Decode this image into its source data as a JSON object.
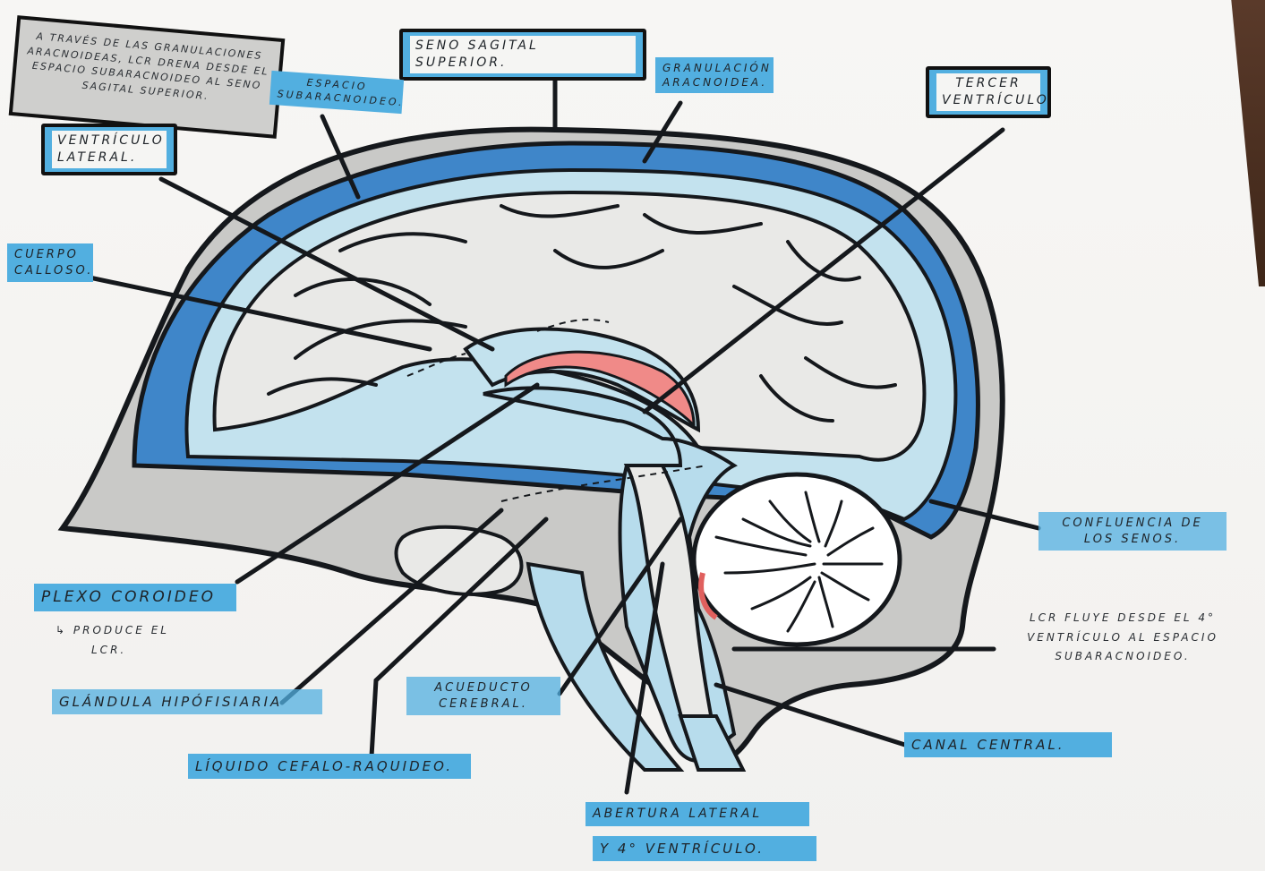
{
  "labels": {
    "arachnoid_note": "A través de las granulaciones aracnoideas, LCR drena desde el espacio subaracnoideo al seno sagital superior.",
    "seno_sagital": "Seno sagital superior.",
    "granulacion": [
      "Granulación",
      "aracnoidea."
    ],
    "tercer_ventriculo": [
      "Tercer",
      "ventrículo"
    ],
    "espacio_sub": [
      "Espacio",
      "subaracnoideo."
    ],
    "ventriculo_lateral": [
      "Ventrículo",
      "lateral."
    ],
    "cuerpo_calloso": [
      "Cuerpo",
      "calloso."
    ],
    "plexo_coroideo": "Plexo coroideo",
    "plexo_note": [
      "Produce el",
      "LCR."
    ],
    "glandula": "Glándula hipófisiaria",
    "liquido": "Líquido cefalo-raquideo.",
    "acueducto": [
      "Acueducto",
      "cerebral."
    ],
    "abertura": [
      "Abertura lateral",
      "y 4° ventrículo."
    ],
    "canal_central": "Canal central.",
    "confluencia": [
      "Confluencia de",
      "los senos."
    ],
    "lcr_flow": [
      "LCR fluye desde el 4°",
      "ventrículo al espacio",
      "subaracnoideo."
    ]
  },
  "colors": {
    "highlight_blue": "#52afe0",
    "csf_light": "#b7dcec",
    "csf_dark": "#3f86c9",
    "skull_gray": "#c8c8c6",
    "choroid_pink": "#f08a88",
    "ink": "#15181c"
  }
}
